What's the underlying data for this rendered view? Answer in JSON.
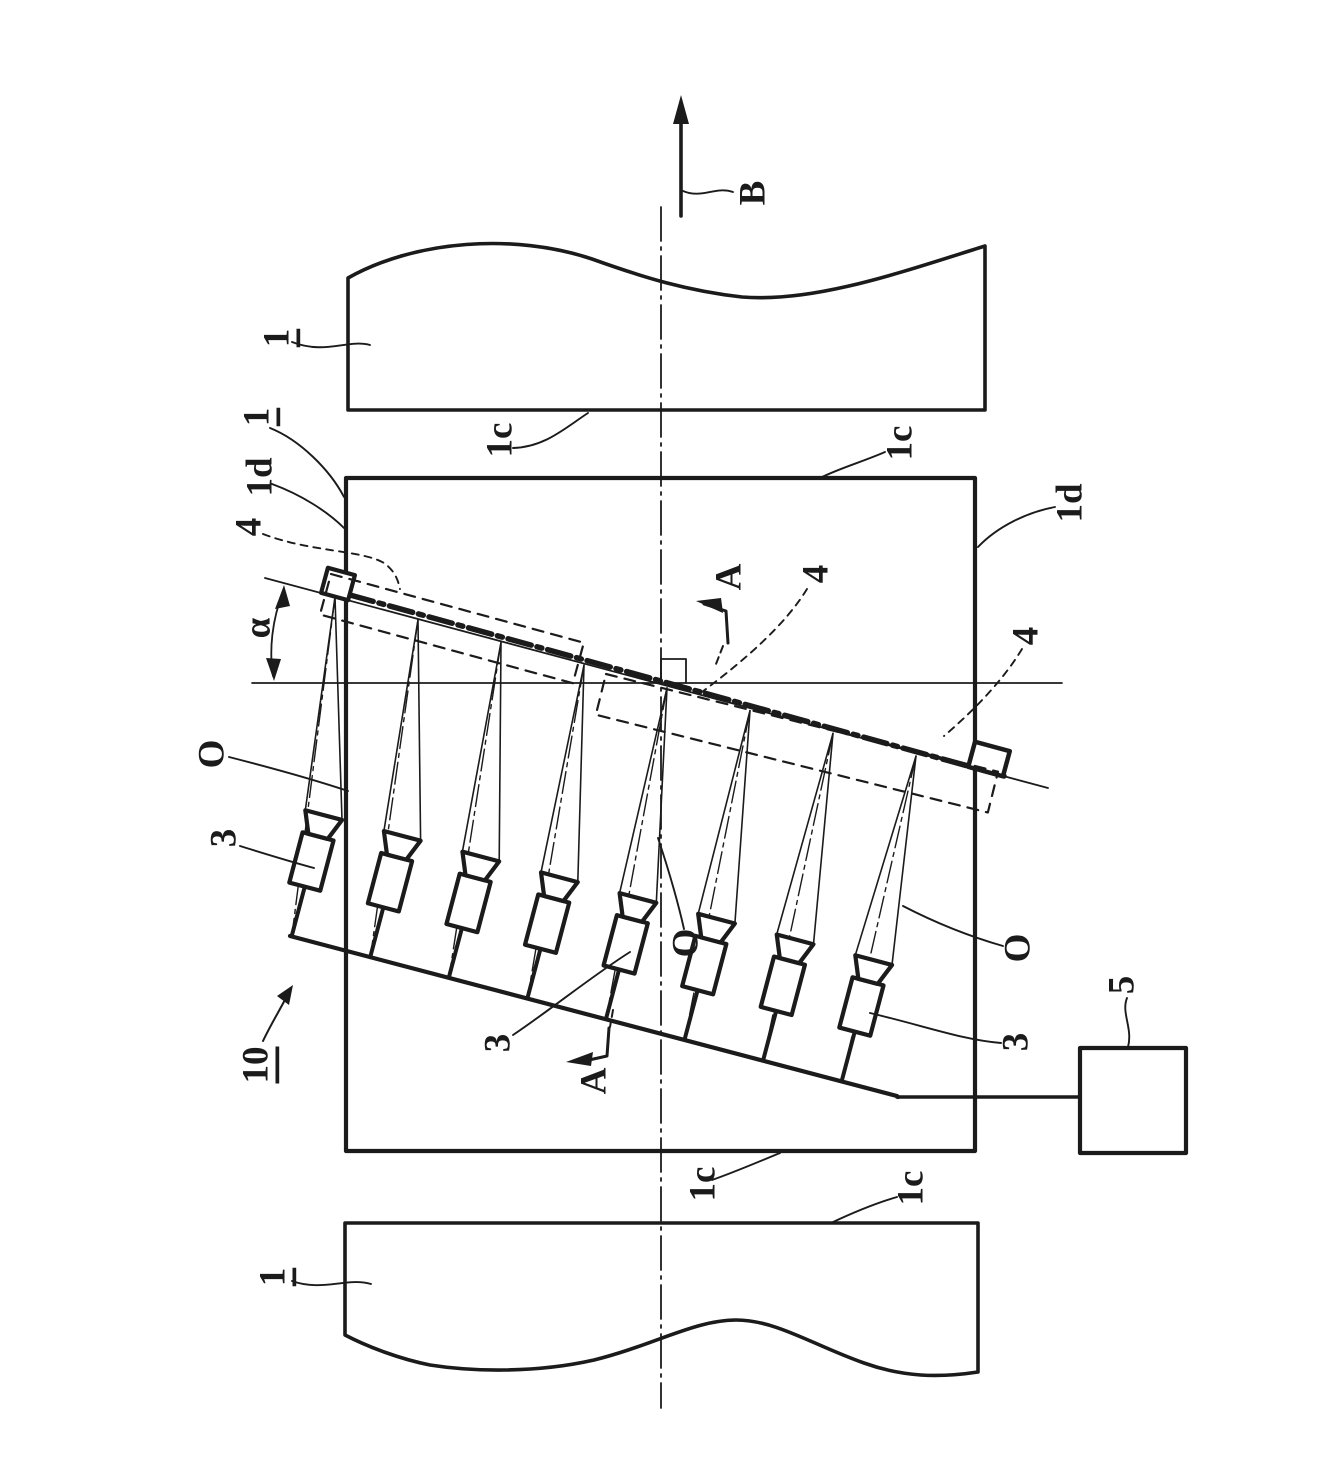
{
  "figure": {
    "type": "patent-line-drawing",
    "description": "Inclined line-head printer unit between two web sections",
    "ink_color": "#1b1b1b",
    "background_color": "#ffffff",
    "labels": {
      "b": "B",
      "one_top": "1",
      "one_main": "1",
      "oneD_left": "1d",
      "four_left": "4",
      "alpha": "α",
      "oneC_top_left": "1c",
      "oneC_top_right": "1c",
      "oneD_right": "1d",
      "a_top": "A",
      "four_mid": "4",
      "four_right": "4",
      "o_left": "O",
      "three_left": "3",
      "o_mid": "O",
      "o_right": "O",
      "three_mid": "3",
      "three_right": "3",
      "ten": "10",
      "a_bottom": "A",
      "five": "5",
      "oneC_bot_left": "1c",
      "oneC_bot_right": "1c",
      "one_bottom": "1"
    }
  }
}
